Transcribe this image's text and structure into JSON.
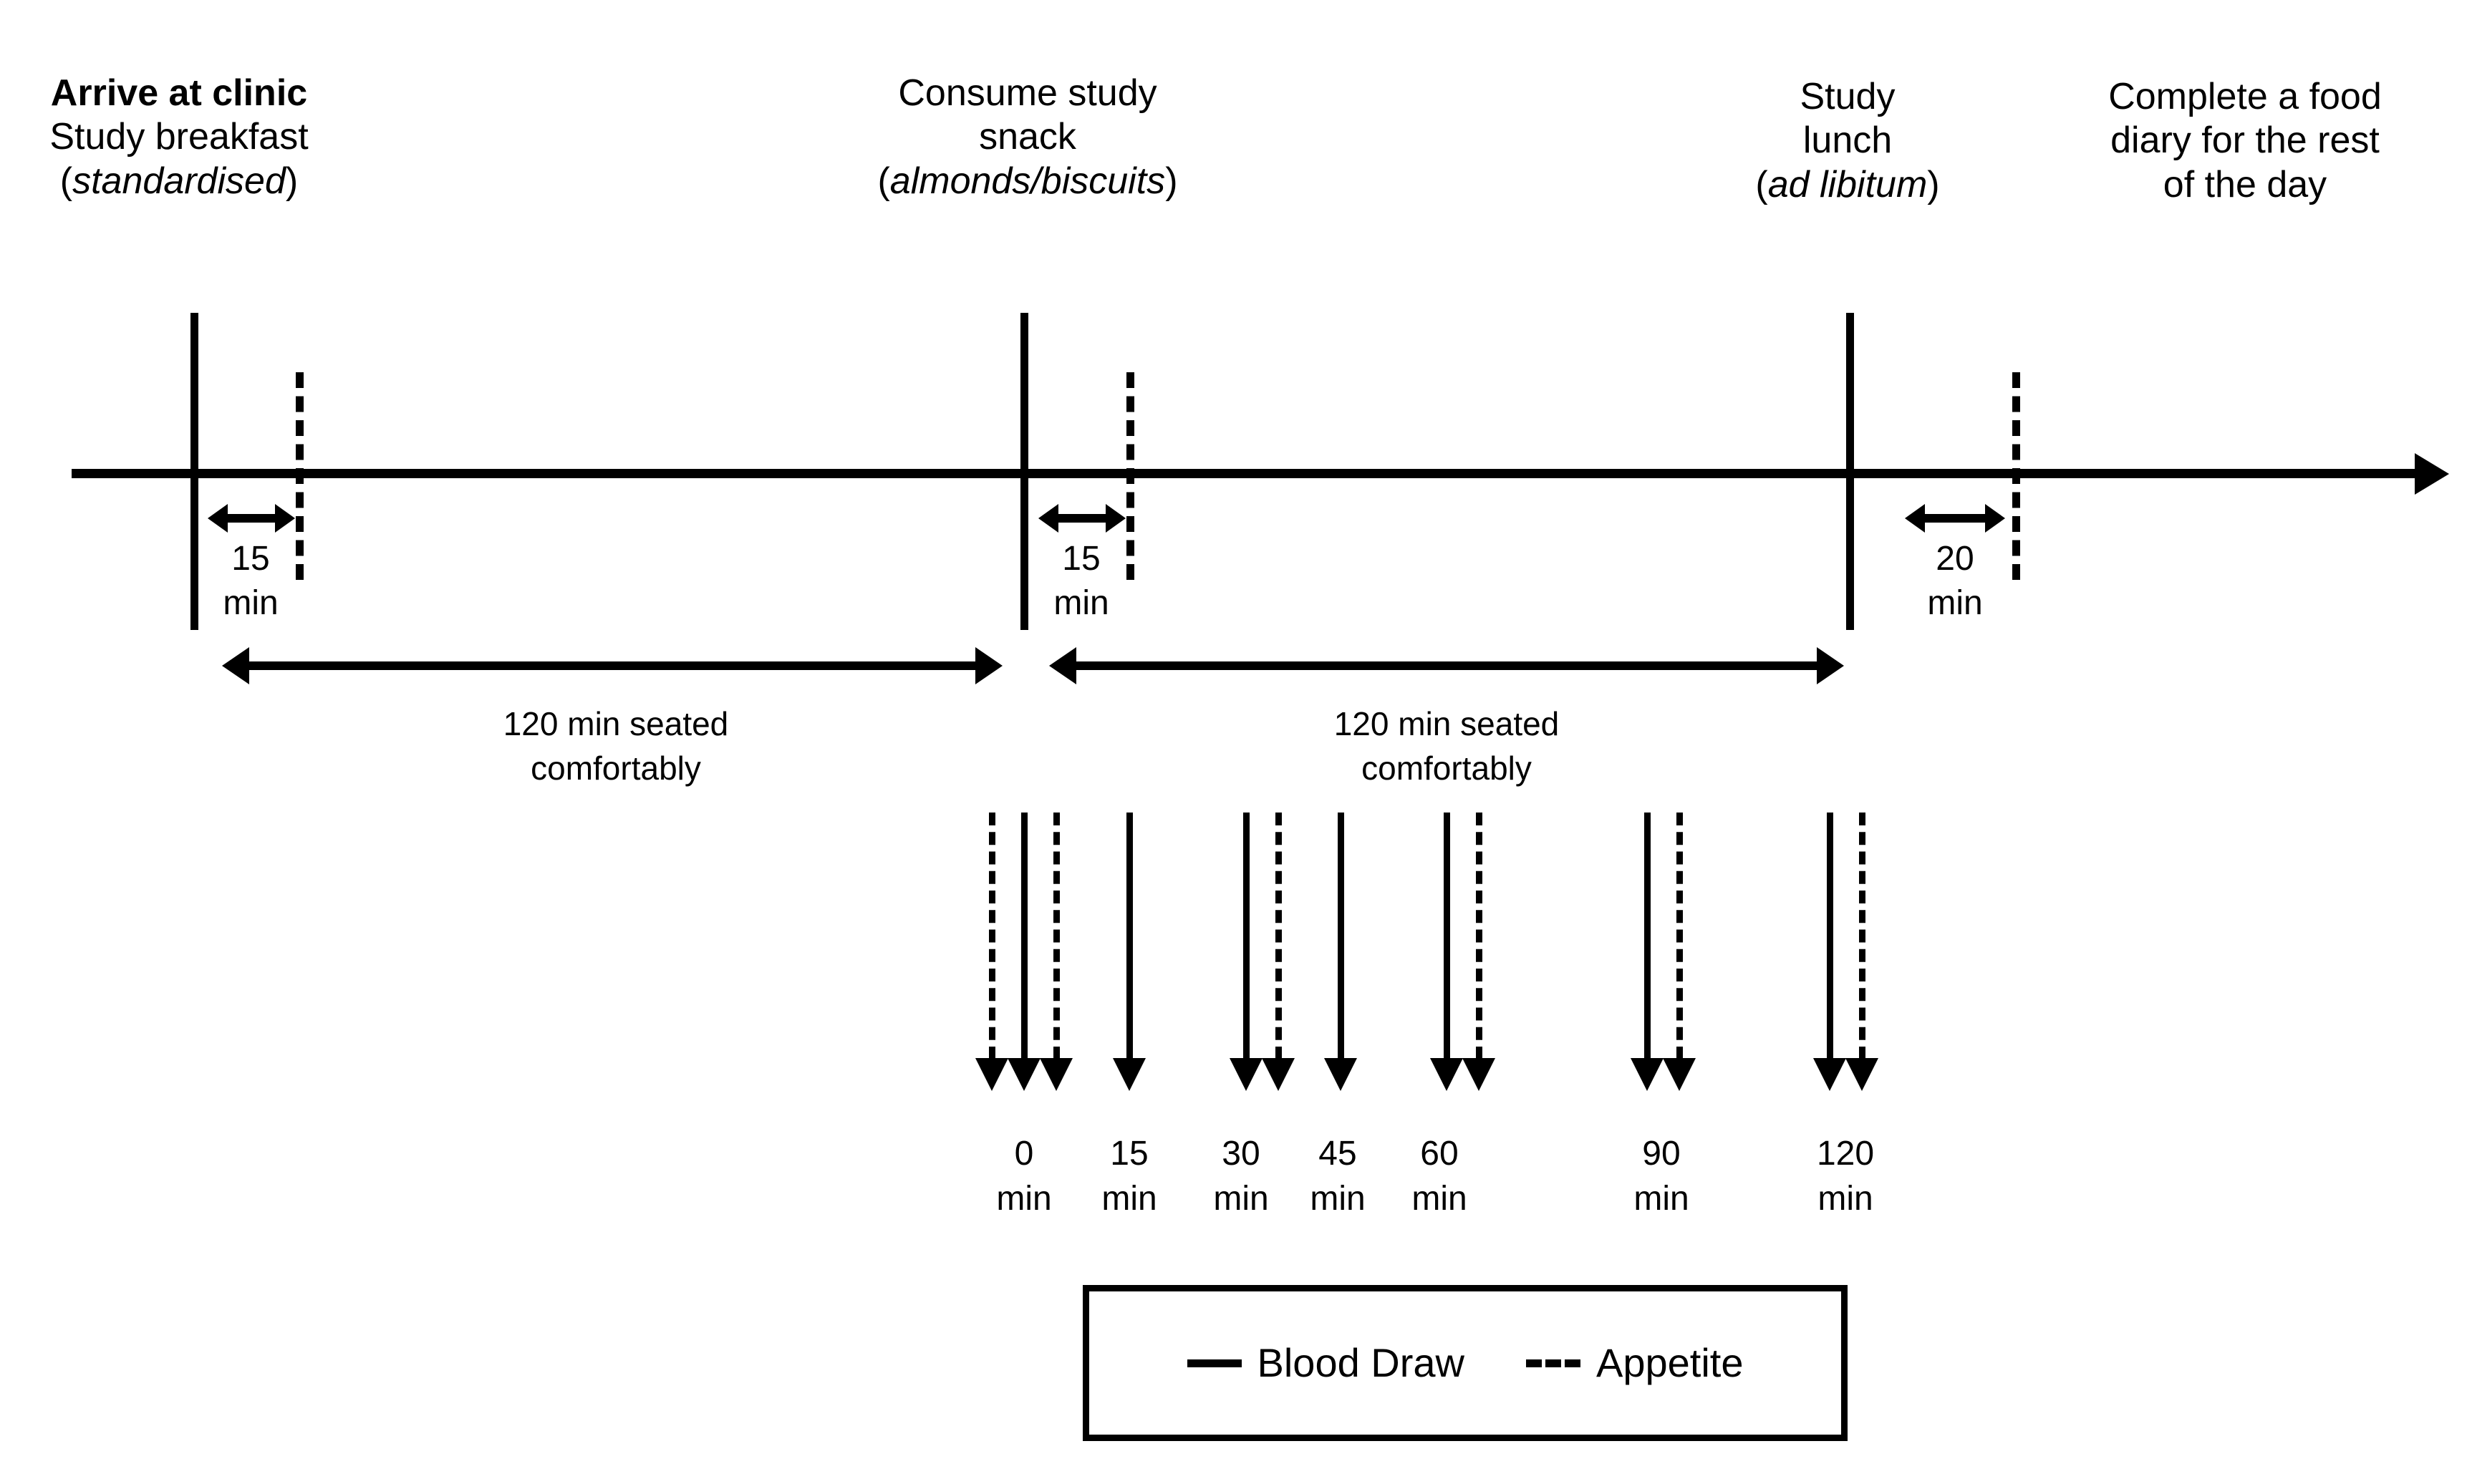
{
  "figure": {
    "type": "study-protocol-timeline",
    "background": "#ffffff",
    "ink": "#000000"
  },
  "events": [
    {
      "id": "arrive",
      "lines": [
        {
          "text": "Arrive at clinic",
          "style": "bold"
        },
        {
          "text": "Study breakfast",
          "style": "plain"
        },
        {
          "text": "(standardised)",
          "style": "italic-parenthetical"
        }
      ]
    },
    {
      "id": "snack",
      "lines": [
        {
          "text": "Consume study",
          "style": "plain"
        },
        {
          "text": "snack",
          "style": "plain"
        },
        {
          "text": "(almonds/biscuits)",
          "style": "italic-parenthetical"
        }
      ]
    },
    {
      "id": "lunch",
      "lines": [
        {
          "text": "Study",
          "style": "plain"
        },
        {
          "text": "lunch",
          "style": "plain"
        },
        {
          "text": "(ad libitum)",
          "style": "italic-parenthetical"
        }
      ]
    },
    {
      "id": "diary",
      "lines": [
        {
          "text": "Complete a food",
          "style": "plain"
        },
        {
          "text": "diary for the rest",
          "style": "plain"
        },
        {
          "text": "of the day",
          "style": "plain"
        }
      ]
    }
  ],
  "durations": [
    {
      "id": "gap-breakfast",
      "value": "15",
      "unit": "min"
    },
    {
      "id": "gap-snack",
      "value": "15",
      "unit": "min"
    },
    {
      "id": "gap-lunch",
      "value": "20",
      "unit": "min"
    }
  ],
  "seated_periods": [
    {
      "id": "seated-1",
      "line1": "120 min seated",
      "line2": "comfortably"
    },
    {
      "id": "seated-2",
      "line1": "120 min seated",
      "line2": "comfortably"
    }
  ],
  "sampling": {
    "timepoints": [
      {
        "value": "0",
        "unit": "min",
        "measures": [
          "appetite",
          "blood",
          "appetite"
        ]
      },
      {
        "value": "15",
        "unit": "min",
        "measures": [
          "blood"
        ]
      },
      {
        "value": "30",
        "unit": "min",
        "measures": [
          "blood",
          "appetite"
        ]
      },
      {
        "value": "45",
        "unit": "min",
        "measures": [
          "blood"
        ]
      },
      {
        "value": "60",
        "unit": "min",
        "measures": [
          "blood",
          "appetite"
        ]
      },
      {
        "value": "90",
        "unit": "min",
        "measures": [
          "blood",
          "appetite"
        ]
      },
      {
        "value": "120",
        "unit": "min",
        "measures": [
          "blood",
          "appetite"
        ]
      }
    ]
  },
  "legend": {
    "items": [
      {
        "id": "blood-draw",
        "label": "Blood Draw",
        "line_style": "solid"
      },
      {
        "id": "appetite",
        "label": "Appetite",
        "line_style": "dashed"
      }
    ]
  }
}
